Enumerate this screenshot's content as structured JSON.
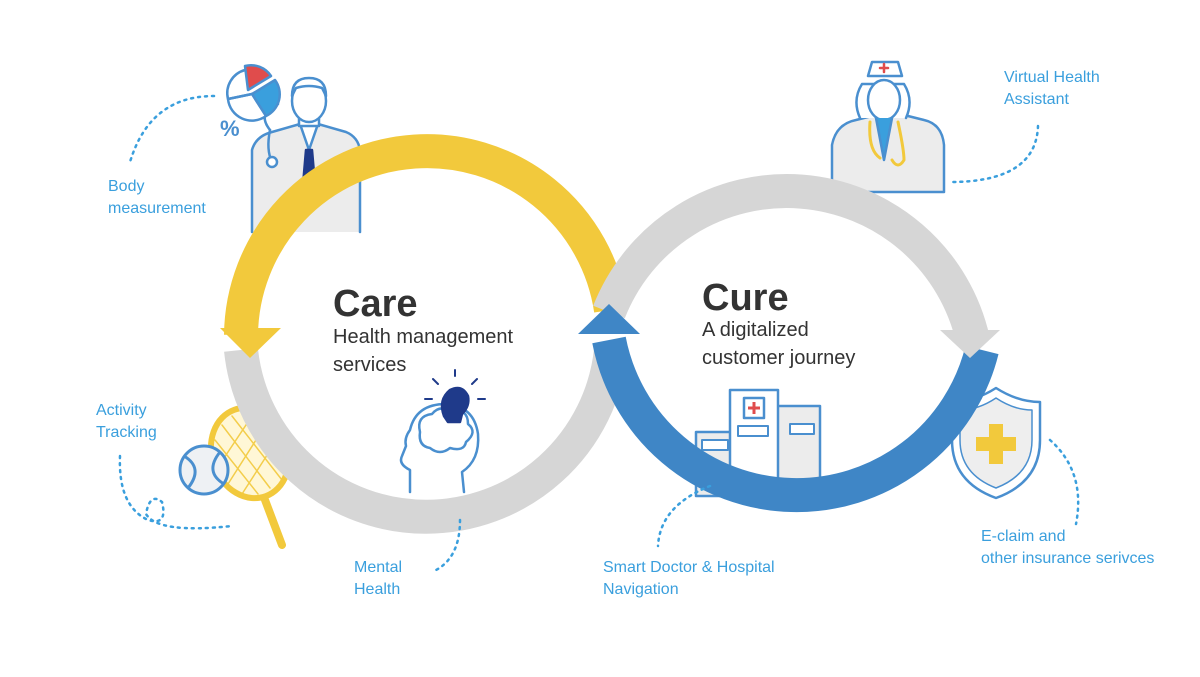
{
  "care": {
    "title": "Care",
    "subtitle_lines": [
      "Health management",
      "services"
    ]
  },
  "cure": {
    "title": "Cure",
    "subtitle_lines": [
      "A digitalized",
      "customer journey"
    ]
  },
  "labels": {
    "body_measurement": [
      "Body",
      "measurement"
    ],
    "activity_tracking": [
      "Activity",
      "Tracking"
    ],
    "mental_health": [
      "Mental",
      "Health"
    ],
    "smart_doctor": [
      "Smart Doctor & Hospital",
      "Navigation"
    ],
    "virtual_assistant": [
      "Virtual Health",
      "Assistant"
    ],
    "eclaim": [
      "E-claim and",
      "other insurance serivces"
    ]
  },
  "icons": [
    "businessman-icon",
    "pie-chart-icon",
    "percent-icon",
    "nurse-icon",
    "tennis-racket-icon",
    "tennis-ball-icon",
    "head-lightbulb-icon",
    "hospital-icon",
    "shield-cross-icon"
  ],
  "colors": {
    "care_arrow": "#f2c93c",
    "cure_arrow": "#3f86c6",
    "ring_gray": "#d6d6d6",
    "label_blue": "#3a9fdd",
    "text_dark": "#333333",
    "icon_outline": "#4a8fcf",
    "chart_red": "#e04c4c"
  }
}
